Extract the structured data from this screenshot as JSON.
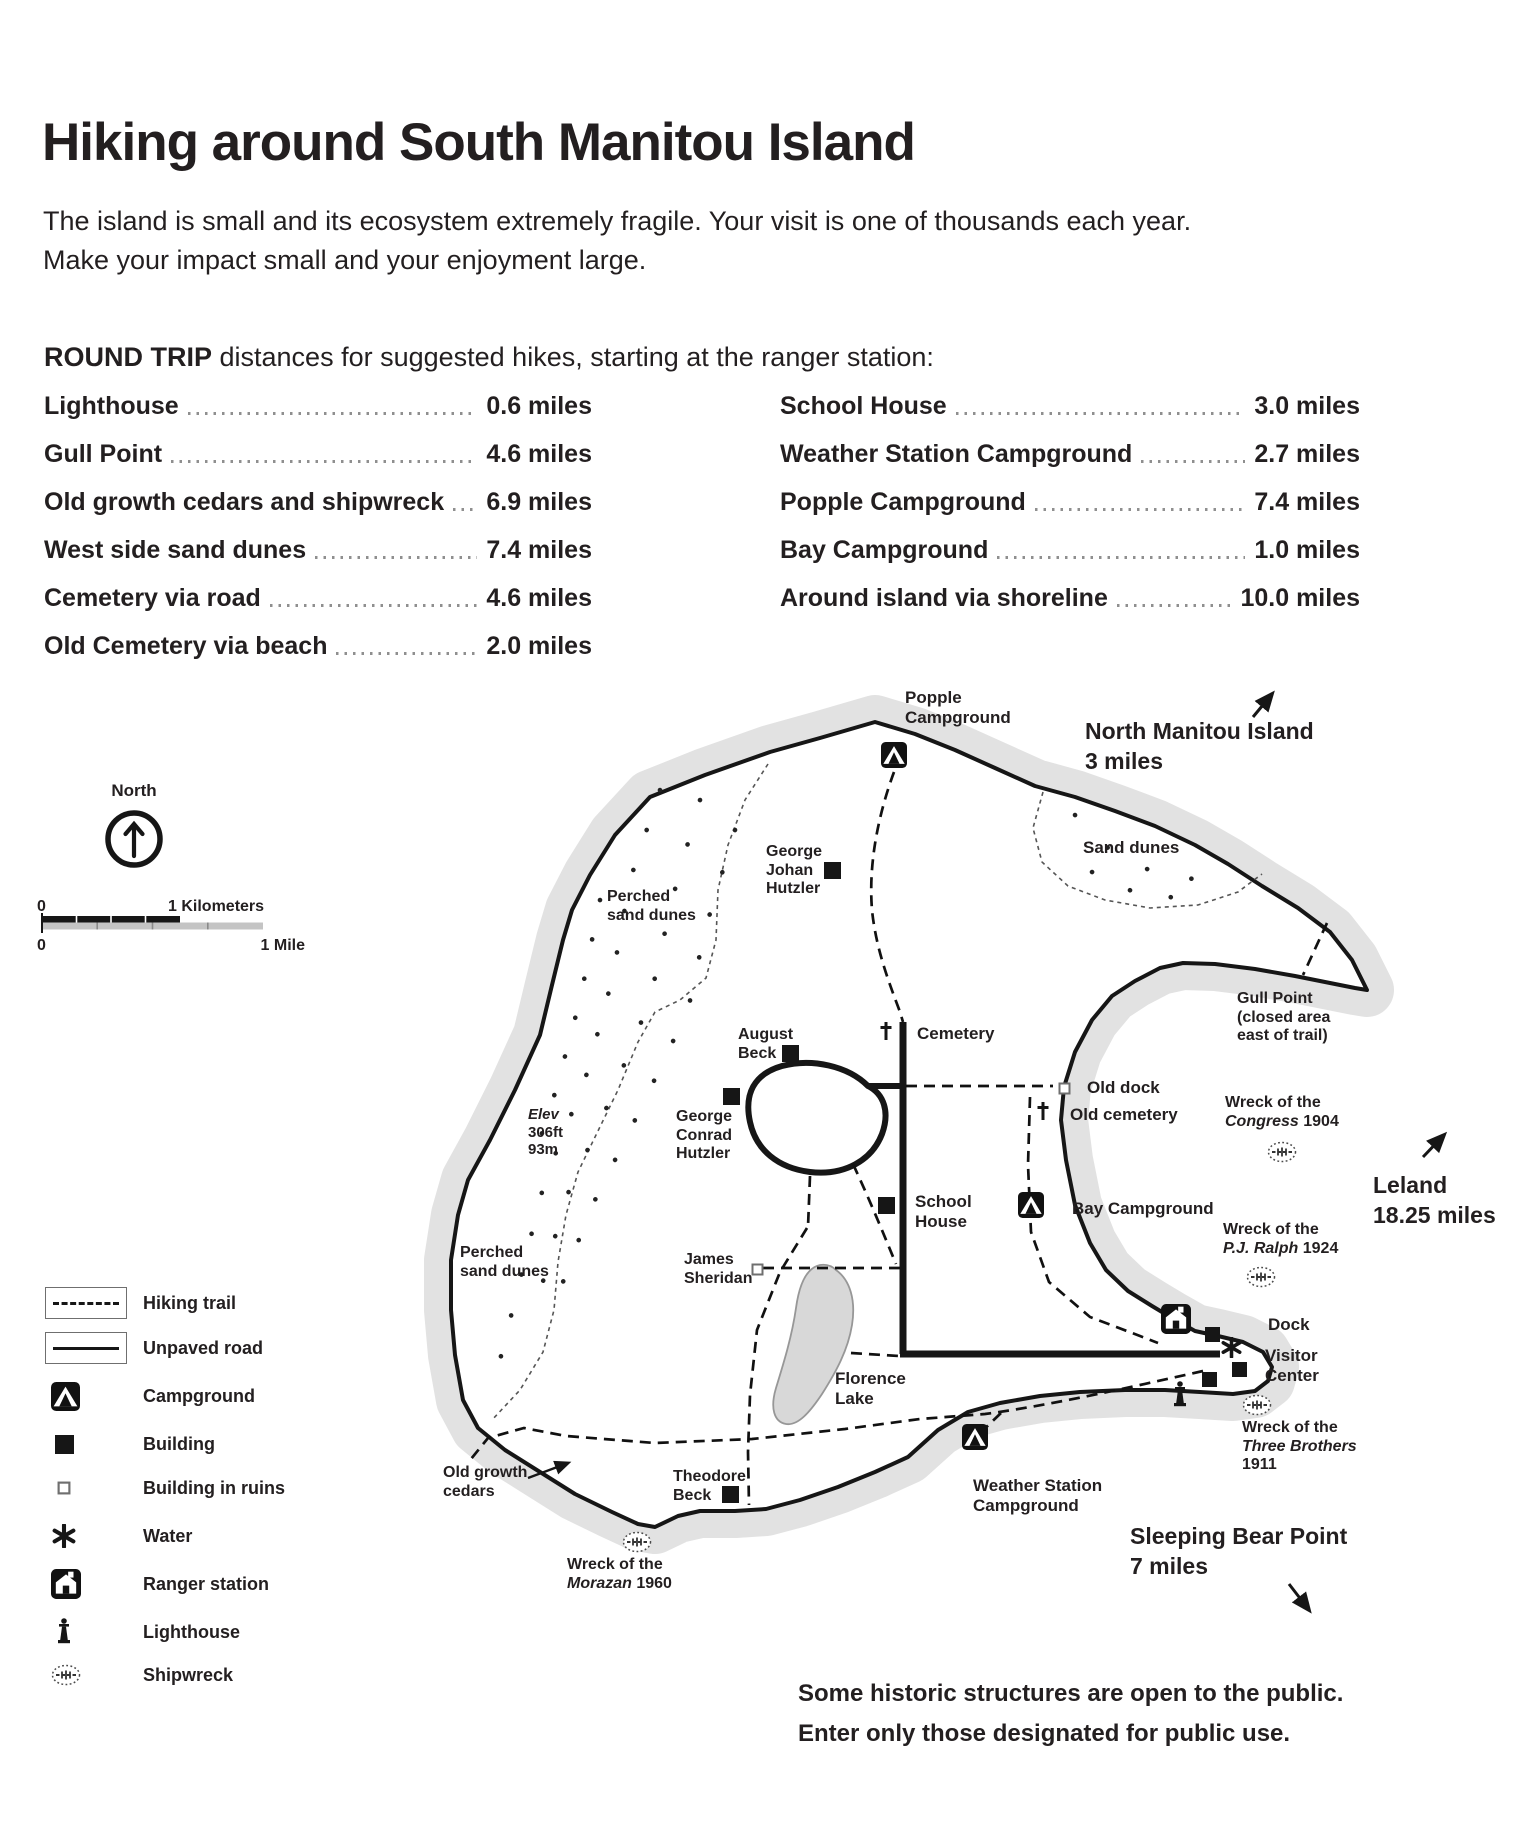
{
  "title": "Hiking around South Manitou Island",
  "intro": {
    "line1": "The island is small and its ecosystem extremely fragile. Your visit is one of thousands each year.",
    "line2": "Make your impact small and your enjoyment large."
  },
  "round_trip": {
    "heading_bold": "ROUND TRIP",
    "heading_rest": " distances for suggested hikes, starting at the ranger station:",
    "left": [
      {
        "label": "Lighthouse",
        "value": "0.6 miles"
      },
      {
        "label": "Gull Point",
        "value": "4.6 miles"
      },
      {
        "label": "Old growth cedars and shipwreck",
        "value": "6.9 miles"
      },
      {
        "label": "West side sand dunes",
        "value": "7.4 miles"
      },
      {
        "label": "Cemetery via road",
        "value": "4.6 miles"
      },
      {
        "label": "Old Cemetery via beach",
        "value": "2.0 miles"
      }
    ],
    "right": [
      {
        "label": "School House",
        "value": "3.0 miles"
      },
      {
        "label": "Weather Station Campground",
        "value": "2.7 miles"
      },
      {
        "label": "Popple Campground",
        "value": "7.4 miles"
      },
      {
        "label": "Bay Campground",
        "value": "1.0 miles"
      },
      {
        "label": "Around island via shoreline",
        "value": "10.0 miles"
      }
    ]
  },
  "compass": {
    "label": "North"
  },
  "scale": {
    "km_zero": "0",
    "km_label": "1 Kilometers",
    "mile_zero": "0",
    "mile_label": "1 Mile"
  },
  "legend": {
    "items": [
      {
        "label": "Hiking trail"
      },
      {
        "label": "Unpaved road"
      },
      {
        "label": "Campground"
      },
      {
        "label": "Building"
      },
      {
        "label": "Building in ruins"
      },
      {
        "label": "Water"
      },
      {
        "label": "Ranger station"
      },
      {
        "label": "Lighthouse"
      },
      {
        "label": "Shipwreck"
      }
    ]
  },
  "map": {
    "labels": {
      "popple": {
        "l1": "Popple",
        "l2": "Campground"
      },
      "north_manitou": {
        "l1": "North Manitou Island",
        "l2": "3 miles"
      },
      "sand_dunes": "Sand dunes",
      "perched_nw": {
        "l1": "Perched",
        "l2": "sand dunes"
      },
      "george_johan": {
        "l1": "George",
        "l2": "Johan",
        "l3": "Hutzler"
      },
      "august_beck": {
        "l1": "August",
        "l2": "Beck"
      },
      "cemetery": "Cemetery",
      "george_conrad": {
        "l1": "George",
        "l2": "Conrad",
        "l3": "Hutzler"
      },
      "elev": {
        "it": "Elev",
        "l2": "306ft",
        "l3": "93m"
      },
      "gull_point": {
        "l1": "Gull Point",
        "l2": "(closed area",
        "l3": "east of trail)"
      },
      "old_dock": "Old dock",
      "old_cemetery": "Old cemetery",
      "wreck_congress": {
        "l1": "Wreck of the",
        "it": "Congress",
        "rest": " 1904"
      },
      "leland": {
        "l1": "Leland",
        "l2": "18.25 miles"
      },
      "school_house": {
        "l1": "School",
        "l2": "House"
      },
      "bay_campground": "Bay Campground",
      "wreck_pj_ralph": {
        "l1": "Wreck of the",
        "it": "P.J. Ralph",
        "rest": " 1924"
      },
      "perched_sw": {
        "l1": "Perched",
        "l2": "sand dunes"
      },
      "james_sheridan": {
        "l1": "James",
        "l2": "Sheridan"
      },
      "florence_lake": {
        "l1": "Florence",
        "l2": "Lake"
      },
      "dock": "Dock",
      "visitor_center": {
        "l1": "Visitor",
        "l2": "Center"
      },
      "wreck_three_brothers": {
        "l1": "Wreck of the",
        "it": "Three Brothers",
        "l3": "1911"
      },
      "old_growth_cedars": {
        "l1": "Old growth",
        "l2": "cedars"
      },
      "theodore_beck": {
        "l1": "Theodore",
        "l2": "Beck"
      },
      "weather_station": {
        "l1": "Weather Station",
        "l2": "Campground"
      },
      "wreck_morazan": {
        "l1": "Wreck of the",
        "it": "Morazan",
        "rest": " 1960"
      },
      "sleeping_bear": {
        "l1": "Sleeping Bear Point",
        "l2": "7 miles"
      }
    }
  },
  "footer": {
    "line1": "Some historic structures are open to the public.",
    "line2": "Enter only those designated for public use."
  },
  "colors": {
    "ink": "#231f20",
    "shore": "#e2e2e2",
    "lake": "#d8d8d8"
  }
}
